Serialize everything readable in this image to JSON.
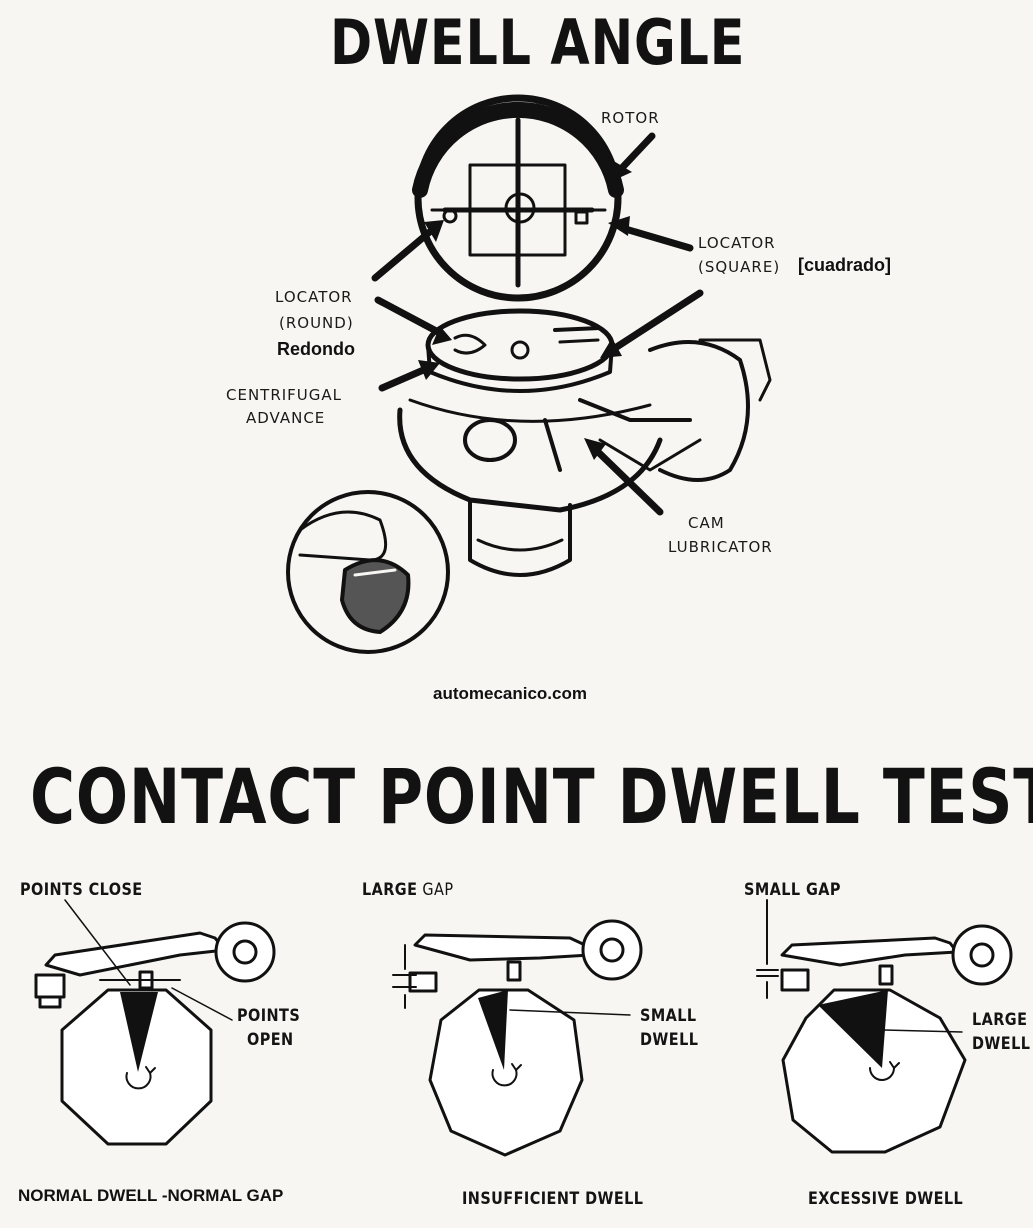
{
  "titles": {
    "top": "DWELL ANGLE",
    "bottom": "CONTACT POINT DWELL TEST"
  },
  "labels": {
    "rotor": "ROTOR",
    "locator_square_1": "LOCATOR",
    "locator_square_2": "(SQUARE)",
    "cuadrado": "[cuadrado]",
    "locator_round_1": "LOCATOR",
    "locator_round_2": "(ROUND)",
    "redondo": "Redondo",
    "centrifugal_1": "CENTRIFUGAL",
    "centrifugal_2": "ADVANCE",
    "cam_1": "CAM",
    "cam_2": "LUBRICATOR",
    "website": "automecanico.com"
  },
  "panels": [
    {
      "top_label": "POINTS CLOSE",
      "side_label_1": "POINTS",
      "side_label_2": "OPEN",
      "caption": "NORMAL DWELL -NORMAL GAP"
    },
    {
      "top_label_bold": "LARGE",
      "top_label_rest": " GAP",
      "side_label_1": "SMALL",
      "side_label_2": "DWELL",
      "caption": "INSUFFICIENT DWELL"
    },
    {
      "top_label": "SMALL GAP",
      "side_label_1": "LARGE",
      "side_label_2": "DWELL",
      "caption": "EXCESSIVE DWELL"
    }
  ]
}
